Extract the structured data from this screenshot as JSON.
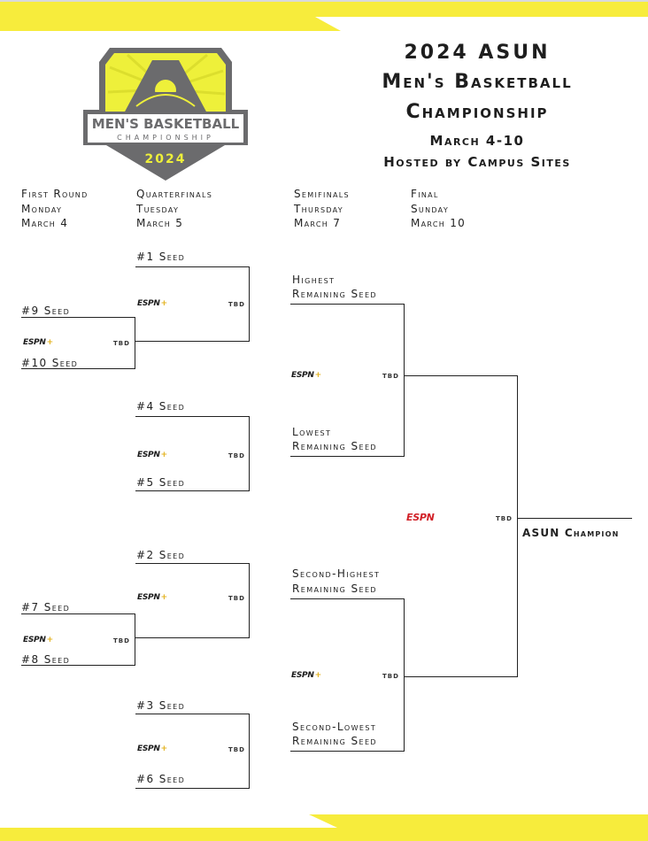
{
  "colors": {
    "banner_yellow": "#f7ec3c",
    "logo_gray": "#6b6b6d",
    "logo_yellow": "#eef03a",
    "espn_red": "#d12027",
    "espn_plus_gold": "#e3b21c",
    "line": "#222222"
  },
  "logo": {
    "line1": "MEN'S BASKETBALL",
    "line2": "CHAMPIONSHIP",
    "year": "2024",
    "icon": "asun-mountain-sun-icon"
  },
  "title": {
    "line1": "2024 ASUN",
    "line2": "Men's Basketball",
    "line3": "Championship",
    "dates": "March 4-10",
    "host": "Hosted by Campus Sites"
  },
  "rounds": [
    {
      "name": "First Round",
      "day": "Monday",
      "date": "March 4"
    },
    {
      "name": "Quarterfinals",
      "day": "Tuesday",
      "date": "March 5"
    },
    {
      "name": "Semifinals",
      "day": "Thursday",
      "date": "March 7"
    },
    {
      "name": "Final",
      "day": "Sunday",
      "date": "March 10"
    }
  ],
  "first_round": [
    {
      "top": "#9 Seed",
      "bottom": "#10 Seed",
      "network": "ESPN+",
      "time": "TBD"
    },
    {
      "top": "#7 Seed",
      "bottom": "#8 Seed",
      "network": "ESPN+",
      "time": "TBD"
    }
  ],
  "quarterfinals": [
    {
      "top": "#1 Seed",
      "bottom": "",
      "network": "ESPN+",
      "time": "TBD"
    },
    {
      "top": "#4 Seed",
      "bottom": "#5 Seed",
      "network": "ESPN+",
      "time": "TBD"
    },
    {
      "top": "#2 Seed",
      "bottom": "",
      "network": "ESPN+",
      "time": "TBD"
    },
    {
      "top": "#3 Seed",
      "bottom": "#6 Seed",
      "network": "ESPN+",
      "time": "TBD"
    }
  ],
  "semifinals": [
    {
      "top1": "Highest",
      "top2": "Remaining Seed",
      "bottom1": "Lowest",
      "bottom2": "Remaining Seed",
      "network": "ESPN+",
      "time": "TBD"
    },
    {
      "top1": "Second-Highest",
      "top2": "Remaining Seed",
      "bottom1": "Second-Lowest",
      "bottom2": "Remaining Seed",
      "network": "ESPN+",
      "time": "TBD"
    }
  ],
  "final": {
    "network": "ESPN",
    "time": "TBD",
    "champion_label": "ASUN Champion"
  },
  "network_text": {
    "espn": "ESPN",
    "plus": "+"
  }
}
